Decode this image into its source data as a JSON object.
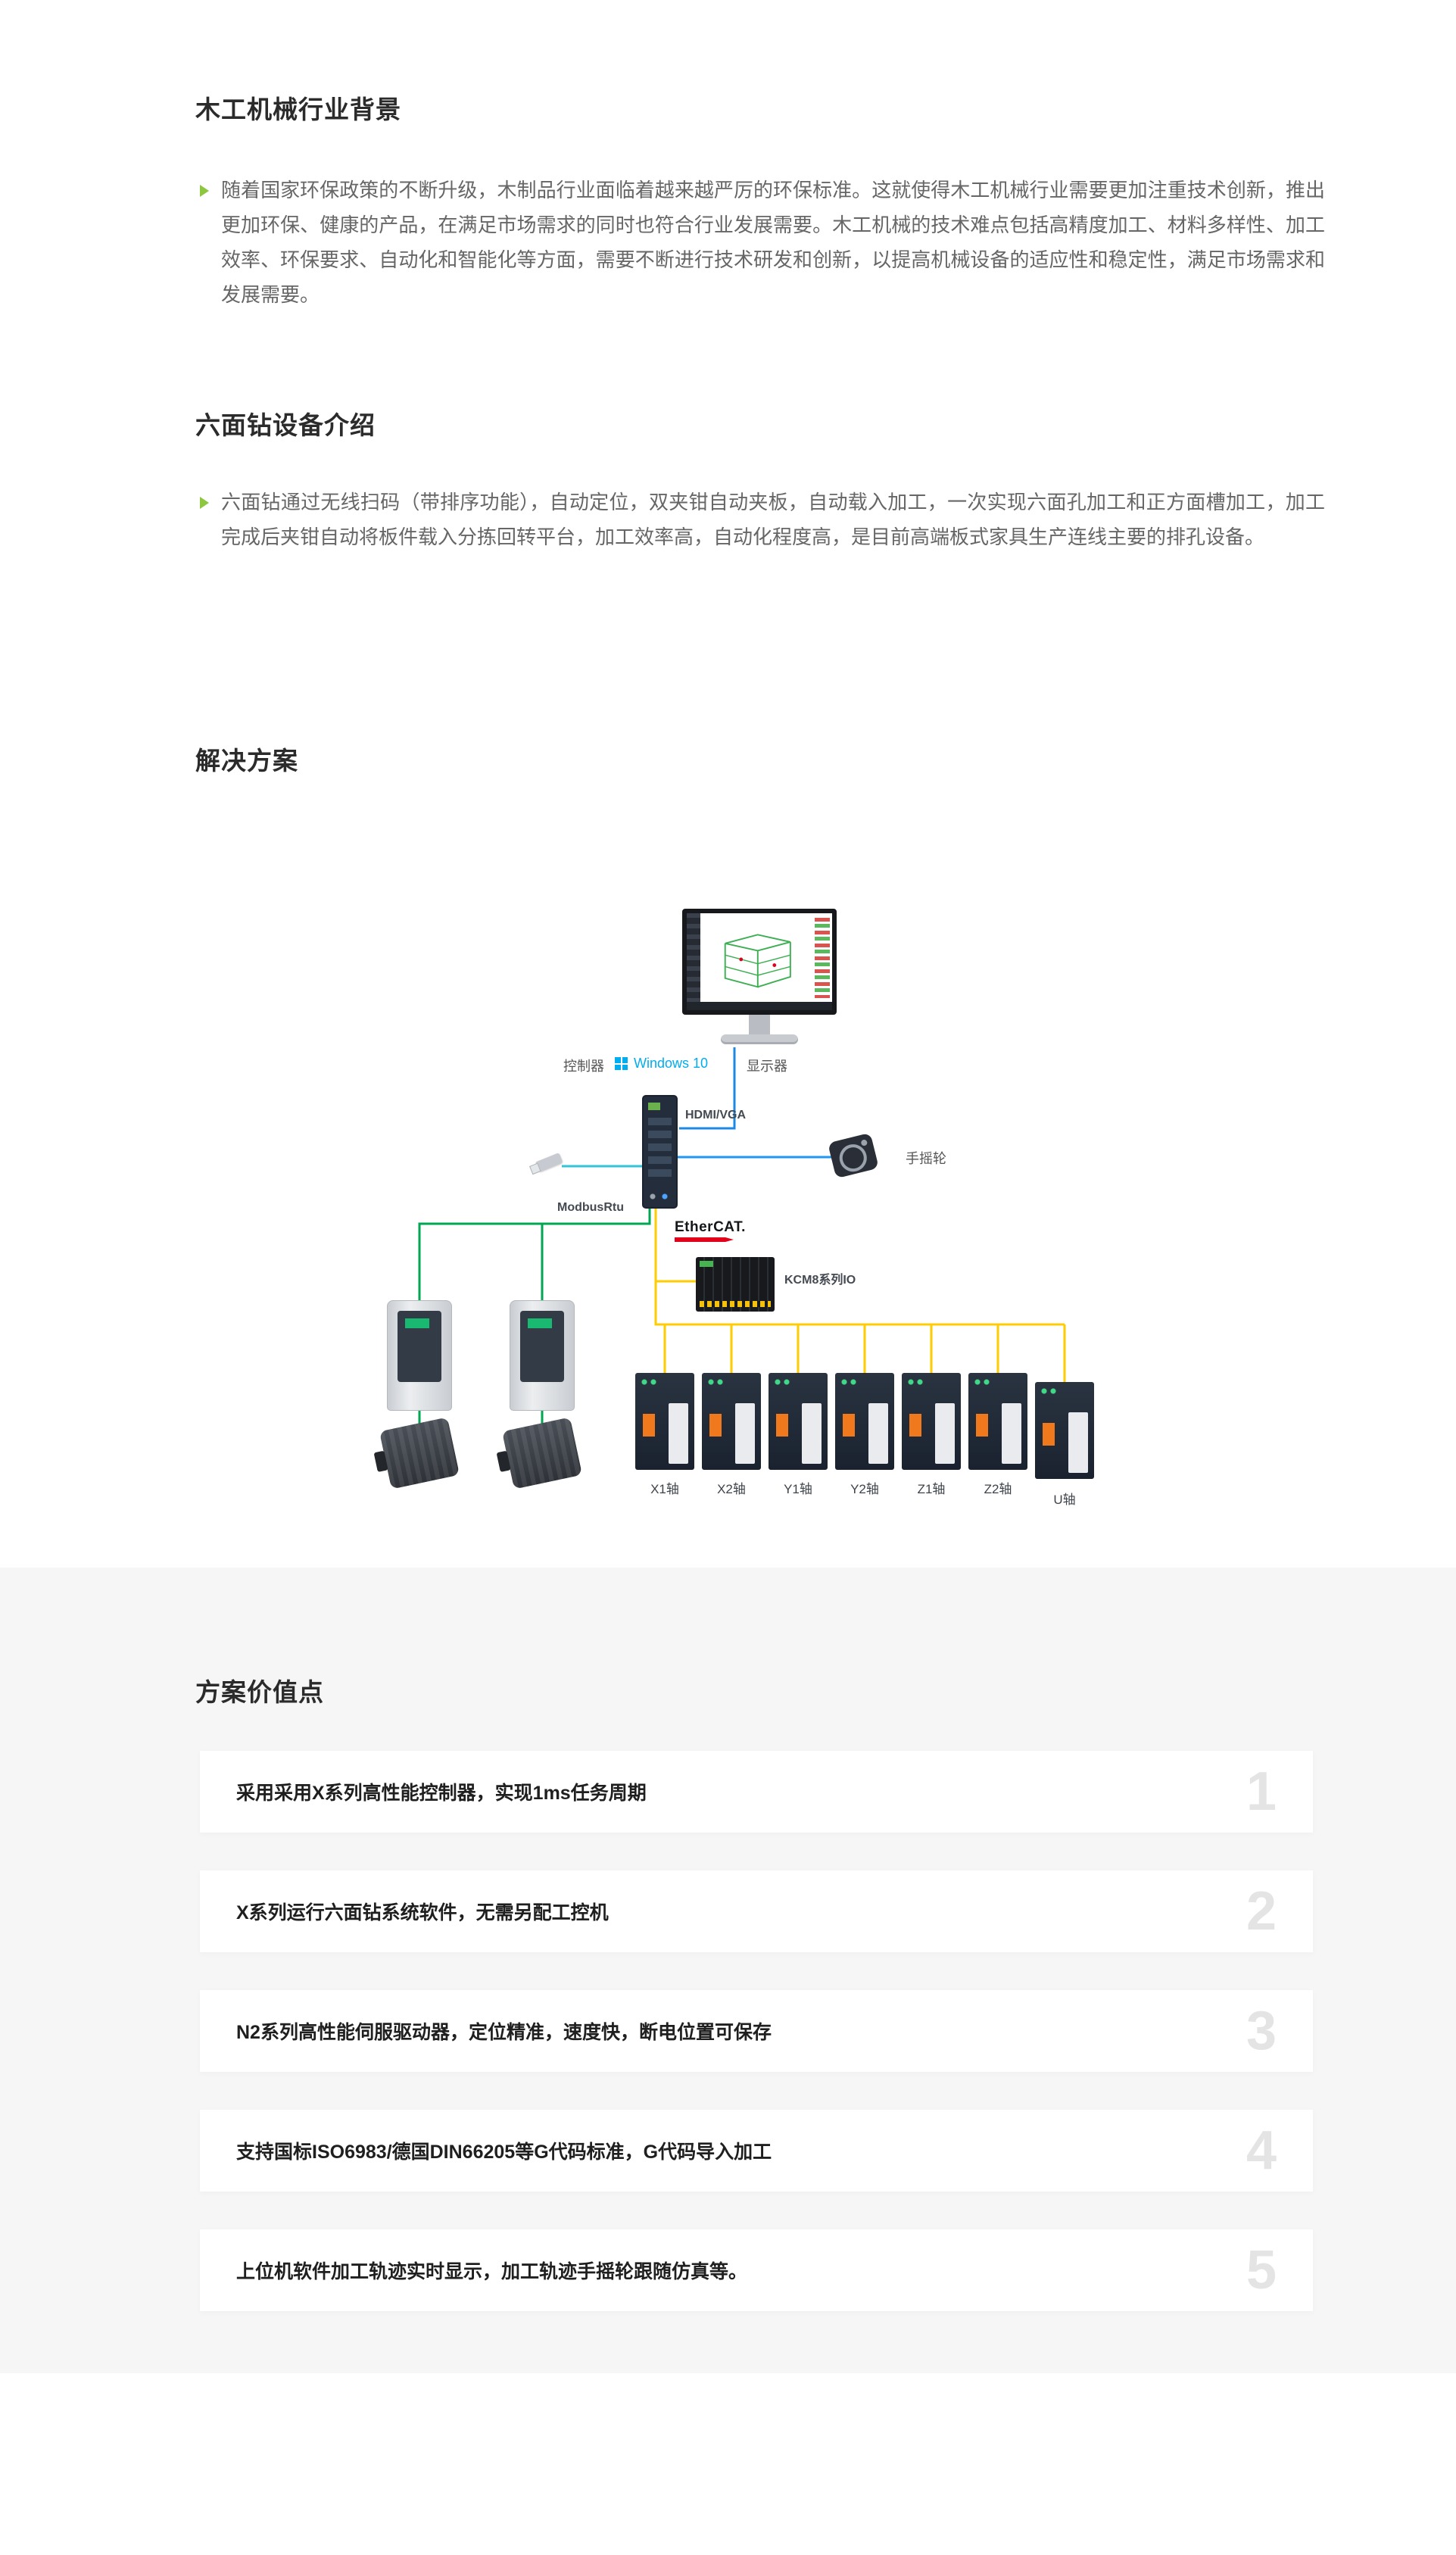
{
  "colors": {
    "accent_green": "#8dc63f",
    "band_background": "#f6f6f6",
    "windows_blue": "#00adef",
    "ethercat_red": "#e2001a",
    "line_blue": "#1e88e5",
    "line_cyan": "#35c4d7",
    "line_green": "#00a651",
    "line_yellow": "#ffcc00"
  },
  "sections": {
    "industry": {
      "title": "木工机械行业背景",
      "body": "随着国家环保政策的不断升级，木制品行业面临着越来越严厉的环保标准。这就使得木工机械行业需要更加注重技术创新，推出更加环保、健康的产品，在满足市场需求的同时也符合行业发展需要。木工机械的技术难点包括高精度加工、材料多样性、加工效率、环保要求、自动化和智能化等方面，需要不断进行技术研发和创新，以提高机械设备的适应性和稳定性，满足市场需求和发展需要。"
    },
    "device": {
      "title": "六面钻设备介绍",
      "body": "六面钻通过无线扫码（带排序功能），自动定位，双夹钳自动夹板，自动载入加工，一次实现六面孔加工和正方面槽加工，加工完成后夹钳自动将板件载入分拣回转平台，加工效率高，自动化程度高，是目前高端板式家具生产连线主要的排孔设备。"
    },
    "solution": {
      "title": "解决方案",
      "diagram": {
        "controller_label": "控制器",
        "windows_label": "Windows 10",
        "display_label": "显示器",
        "hdmi_label": "HDMI/VGA",
        "handwheel_label": "手摇轮",
        "modbus_label": "ModbusRtu",
        "ethercat_label": "EtherCAT.",
        "kcm8_label": "KCM8系列IO",
        "axes": [
          "X1轴",
          "X2轴",
          "Y1轴",
          "Y2轴",
          "Z1轴",
          "Z2轴",
          "U轴"
        ]
      }
    },
    "value": {
      "title": "方案价值点",
      "points": [
        {
          "num": "1",
          "text": "采用采用X系列高性能控制器，实现1ms任务周期"
        },
        {
          "num": "2",
          "text": "X系列运行六面钻系统软件，无需另配工控机"
        },
        {
          "num": "3",
          "text": "N2系列高性能伺服驱动器，定位精准，速度快，断电位置可保存"
        },
        {
          "num": "4",
          "text": "支持国标ISO6983/德国DIN66205等G代码标准，G代码导入加工"
        },
        {
          "num": "5",
          "text": "上位机软件加工轨迹实时显示，加工轨迹手摇轮跟随仿真等。"
        }
      ]
    }
  }
}
